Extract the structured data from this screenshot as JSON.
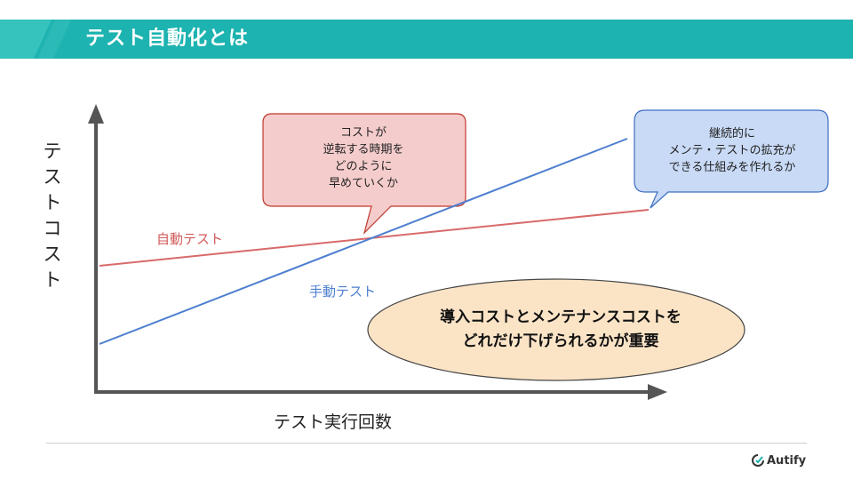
{
  "header": {
    "title": "テスト自動化とは"
  },
  "axes": {
    "ylabel": "テストコスト",
    "xlabel": "テスト実行回数"
  },
  "lines": {
    "auto_label": "自動テスト",
    "manual_label": "手動テスト"
  },
  "callouts": {
    "left": [
      "コストが",
      "逆転する時期を",
      "どのように",
      "早めていくか"
    ],
    "right": [
      "継続的に",
      "メンテ・テストの拡充が",
      "できる仕組みを作れるか"
    ]
  },
  "ellipse": {
    "lines": [
      "導入コストとメンテナンスコストを",
      "どれだけ下げられるかが重要"
    ]
  },
  "logo": {
    "text": "Autify"
  },
  "colors": {
    "header": "#1db3b0",
    "auto_line": "#d86a6a",
    "manual_line": "#4e7fcf",
    "left_callout_fill": "#f5cccc",
    "right_callout_fill": "#c9daf6",
    "ellipse_fill": "#fbe4c6"
  }
}
